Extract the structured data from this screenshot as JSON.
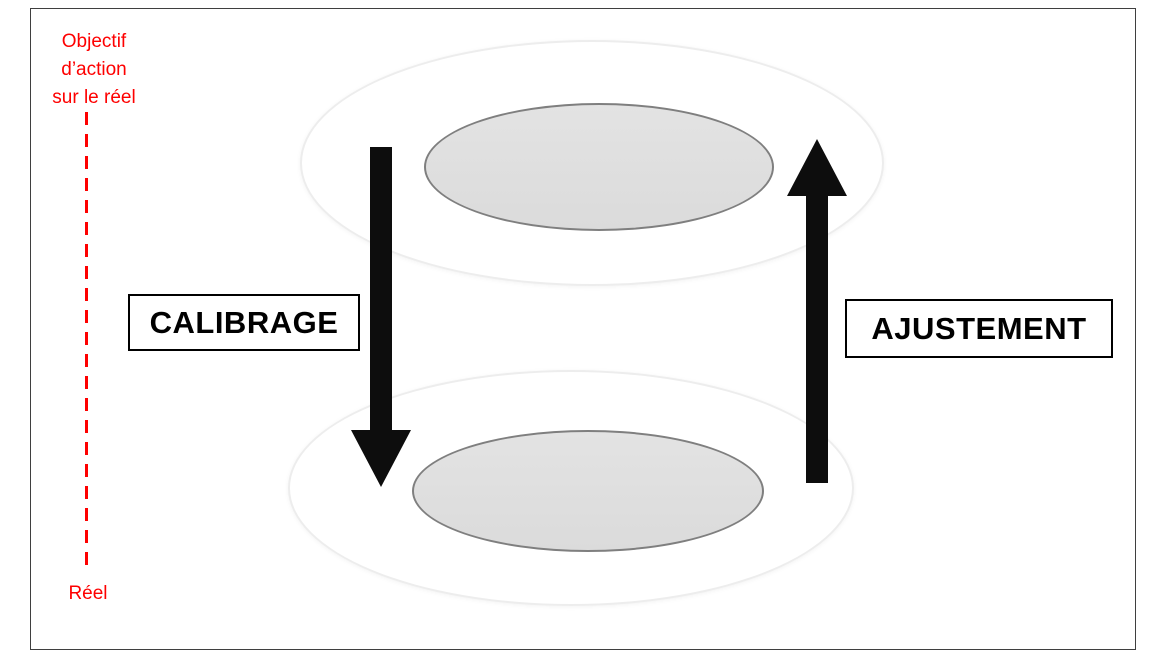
{
  "diagram": {
    "objective_label": {
      "line1": "Objectif",
      "line2": "d’action",
      "line3": "sur le réel"
    },
    "reality_label": "Réel",
    "calibrage_label": "CALIBRAGE",
    "ajustement_label": "AJUSTEMENT",
    "colors": {
      "axis_red": "#fe0000",
      "arrow_black": "#0d0d0d",
      "inner_ellipse_fill": "#e0e0e0",
      "inner_ellipse_border": "#7f7f7f",
      "outer_ellipse_border": "#ededed",
      "frame_border": "#3f3f3f"
    }
  }
}
